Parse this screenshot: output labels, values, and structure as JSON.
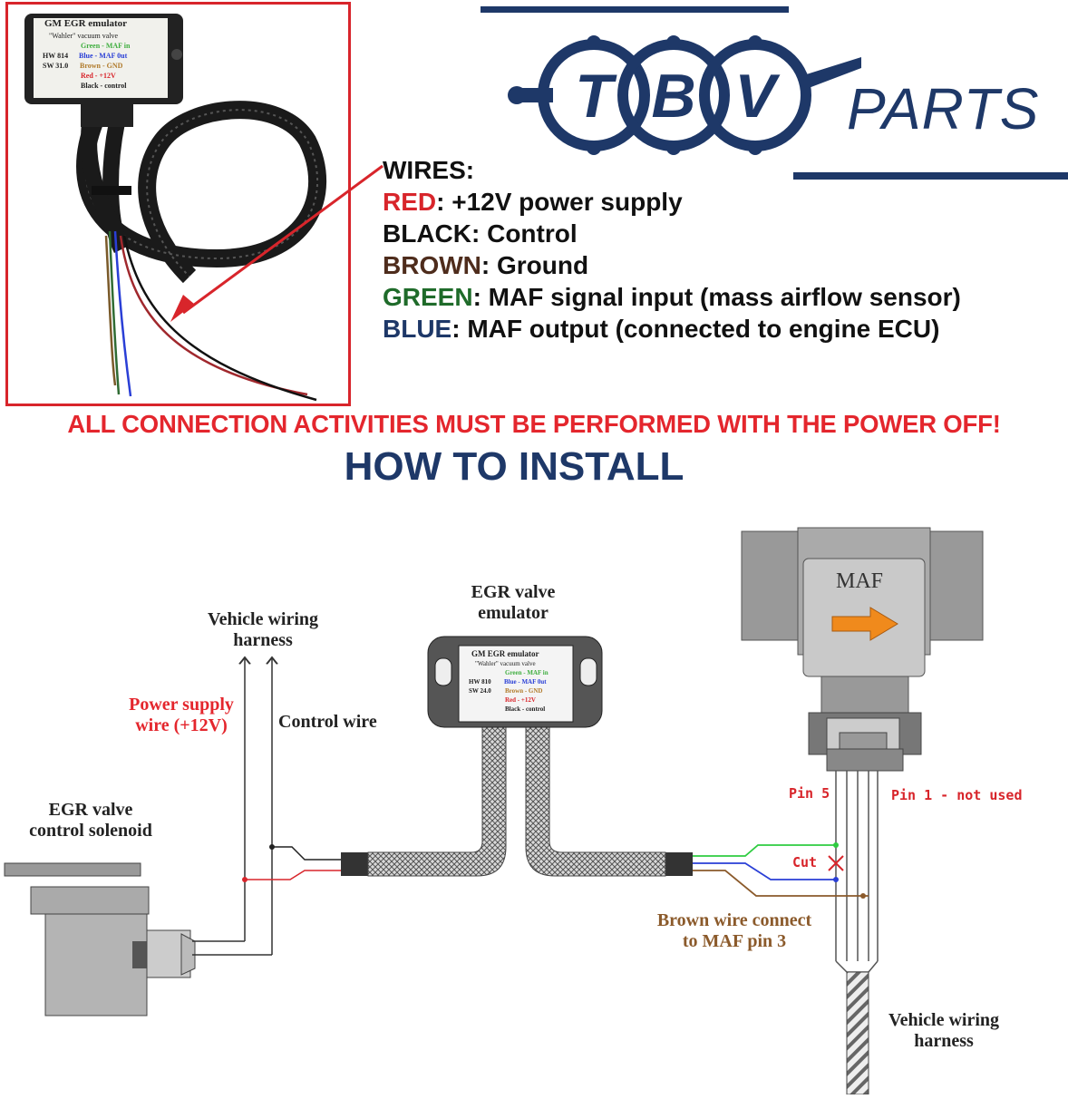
{
  "photo": {
    "label_title": "GM   EGR emulator",
    "label_subtitle": "\"Wahler\" vacuum valve",
    "label_hw": "HW 814",
    "label_sw": "SW 31.0",
    "label_green": "Green - MAF in",
    "label_blue": "Blue - MAF 0ut",
    "label_brown": "Brown - GND",
    "label_red": "Red - +12V",
    "label_black": "Black - control"
  },
  "logo": {
    "letters": [
      "T",
      "B",
      "V"
    ],
    "word": "PARTS"
  },
  "wires": {
    "heading": "WIRES:",
    "items": [
      {
        "name": "RED",
        "desc": ": +12V power supply",
        "color": "#d8252b"
      },
      {
        "name": "BLACK",
        "desc": ": Control",
        "color": "#111111"
      },
      {
        "name": "BROWN",
        "desc": ": Ground",
        "color": "#4e2c1c"
      },
      {
        "name": "GREEN",
        "desc": ": MAF signal input (mass airflow sensor)",
        "color": "#1f6b2a"
      },
      {
        "name": "BLUE",
        "desc": ": MAF output (connected to engine ECU)",
        "color": "#1e3868"
      }
    ]
  },
  "warning": "ALL CONNECTION ACTIVITIES MUST BE PERFORMED WITH THE POWER OFF!",
  "howto": "HOW TO INSTALL",
  "diagram": {
    "vehicle_harness_top": [
      "Vehicle wiring",
      "harness"
    ],
    "power_supply": [
      "Power supply",
      "wire (+12V)"
    ],
    "control_wire": "Control wire",
    "egr_solenoid": [
      "EGR valve",
      "control solenoid"
    ],
    "emulator_title": [
      "EGR valve",
      "emulator"
    ],
    "emulator_label": {
      "title": "GM   EGR emulator",
      "subtitle": "\"Wahler\" vacuum valve",
      "hw": "HW 810",
      "sw": "SW 24.0",
      "green": "Green - MAF in",
      "blue": "Blue - MAF 0ut",
      "brown": "Brown - GND",
      "red": "Red - +12V",
      "black": "Black - control"
    },
    "maf": "MAF",
    "pin5": "Pin 5",
    "pin1": "Pin 1 - not used",
    "cut": "Cut",
    "brown_connect": [
      "Brown wire connect",
      "to MAF pin 3"
    ],
    "vehicle_harness_bottom": [
      "Vehicle wiring",
      "harness"
    ]
  },
  "colors": {
    "red": "#d8252b",
    "navy": "#1e3868",
    "brown_label": "#8b5a2b",
    "green_wire": "#2ecc40",
    "blue_wire": "#2a3fd6"
  }
}
